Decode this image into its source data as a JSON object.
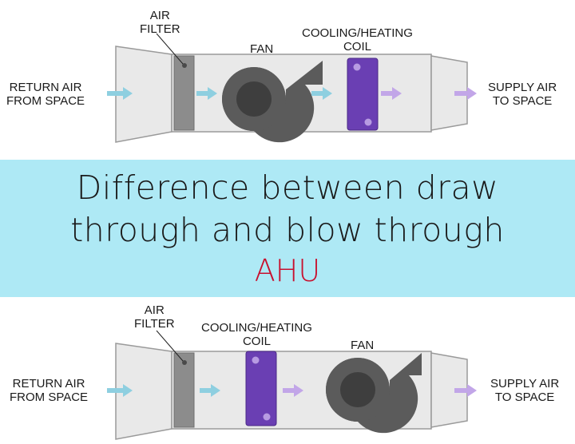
{
  "title": {
    "line1": "Difference between draw",
    "line2": "through and blow through",
    "acronym": "AHU"
  },
  "colors": {
    "banner_bg": "#aee9f5",
    "acronym": "#c8102e",
    "coil": "#6a3fb3",
    "fan": "#5a5a5a",
    "housing": "#e6e6e6",
    "arrow_blue": "#8ecfe0",
    "arrow_purple": "#c2a6e8"
  },
  "top_diagram": {
    "return_air": [
      "RETURN AIR",
      "FROM SPACE"
    ],
    "air_filter": [
      "AIR",
      "FILTER"
    ],
    "fan": "FAN",
    "coil": [
      "COOLING/HEATING",
      "COIL"
    ],
    "supply_air": [
      "SUPPLY AIR",
      "TO SPACE"
    ]
  },
  "bottom_diagram": {
    "return_air": [
      "RETURN AIR",
      "FROM SPACE"
    ],
    "air_filter": [
      "AIR",
      "FILTER"
    ],
    "coil": [
      "COOLING/HEATING",
      "COIL"
    ],
    "fan": "FAN",
    "supply_air": [
      "SUPPLY AIR",
      "TO SPACE"
    ]
  }
}
